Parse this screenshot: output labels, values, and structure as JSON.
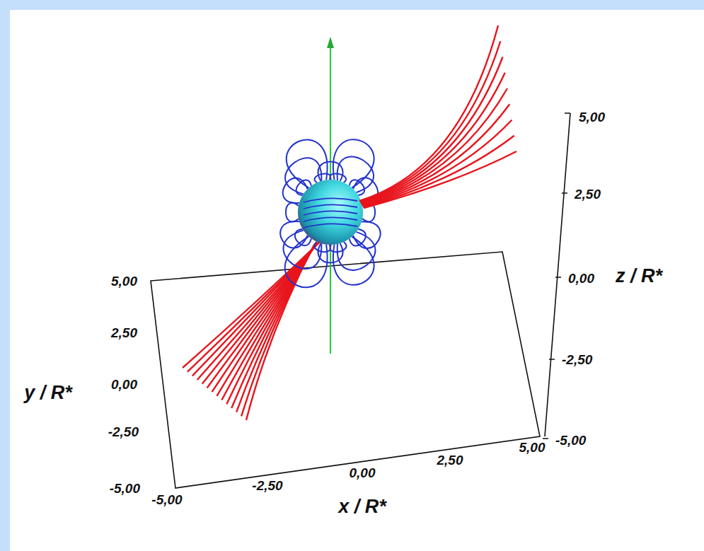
{
  "diagram": {
    "labels": [
      "5,00",
      "2,50",
      "0,00",
      "-2,50",
      "-5,00",
      "z / R*",
      "5,00",
      "2,50",
      "0,00",
      "-2,50",
      "-5,00",
      "y / R*",
      "-5,00",
      "-2,50",
      "0,00",
      "2,50",
      "5,00",
      "x / R*"
    ]
  }
}
